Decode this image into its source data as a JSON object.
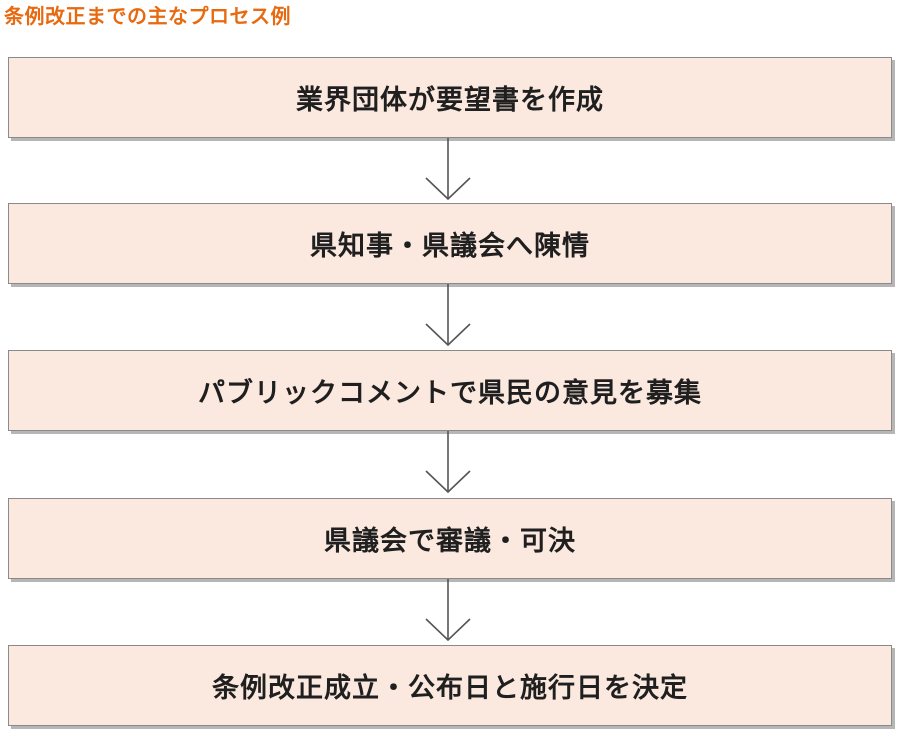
{
  "title": "条例改正までの主なプロセス例",
  "steps": [
    {
      "label": "業界団体が要望書を作成"
    },
    {
      "label": "県知事・県議会へ陳情"
    },
    {
      "label": "パブリックコメントで県民の意見を募集"
    },
    {
      "label": "県議会で審議・可決"
    },
    {
      "label": "条例改正成立・公布日と施行日を決定"
    }
  ],
  "colors": {
    "title": "#e86a10",
    "box_fill": "#fbe9df",
    "box_border": "#8a8a8a",
    "arrow": "#555555"
  }
}
